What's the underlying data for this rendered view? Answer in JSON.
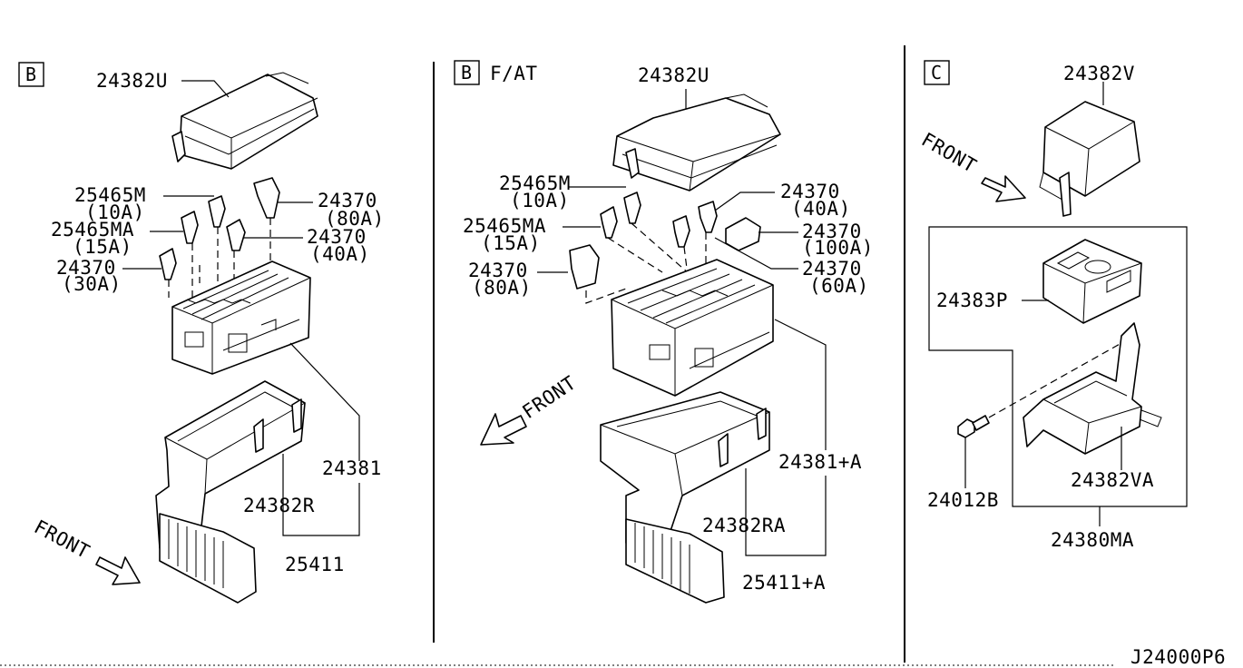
{
  "panels": [
    {
      "id": "left",
      "tag": "B",
      "subtitle": "",
      "parts": {
        "cover": "24382U",
        "fuse_m": "25465M",
        "fuse_m_rating": "(10A)",
        "fuse_ma": "25465MA",
        "fuse_ma_rating": "(15A)",
        "fuse_30": "24370",
        "fuse_30_rating": "(30A)",
        "fuse_80": "24370",
        "fuse_80_rating": "(80A)",
        "fuse_40": "24370",
        "fuse_40_rating": "(40A)",
        "box": "24381",
        "lower_case": "24382R",
        "assembly": "25411",
        "front": "FRONT"
      }
    },
    {
      "id": "middle",
      "tag": "B",
      "subtitle": "F/AT",
      "parts": {
        "cover": "24382U",
        "fuse_m": "25465M",
        "fuse_m_rating": "(10A)",
        "fuse_ma": "25465MA",
        "fuse_ma_rating": "(15A)",
        "fuse_80": "24370",
        "fuse_80_rating": "(80A)",
        "fuse_40": "24370",
        "fuse_40_rating": "(40A)",
        "fuse_100": "24370",
        "fuse_100_rating": "(100A)",
        "fuse_60": "24370",
        "fuse_60_rating": "(60A)",
        "box": "24381+A",
        "lower_case": "24382RA",
        "assembly": "25411+A",
        "front": "FRONT"
      }
    },
    {
      "id": "right",
      "tag": "C",
      "subtitle": "",
      "parts": {
        "cover": "24382V",
        "relay_block": "24383P",
        "bracket": "24382VA",
        "bolt": "24012B",
        "assembly": "24380MA",
        "front": "FRONT"
      }
    }
  ],
  "diagram_code": "J24000P6"
}
